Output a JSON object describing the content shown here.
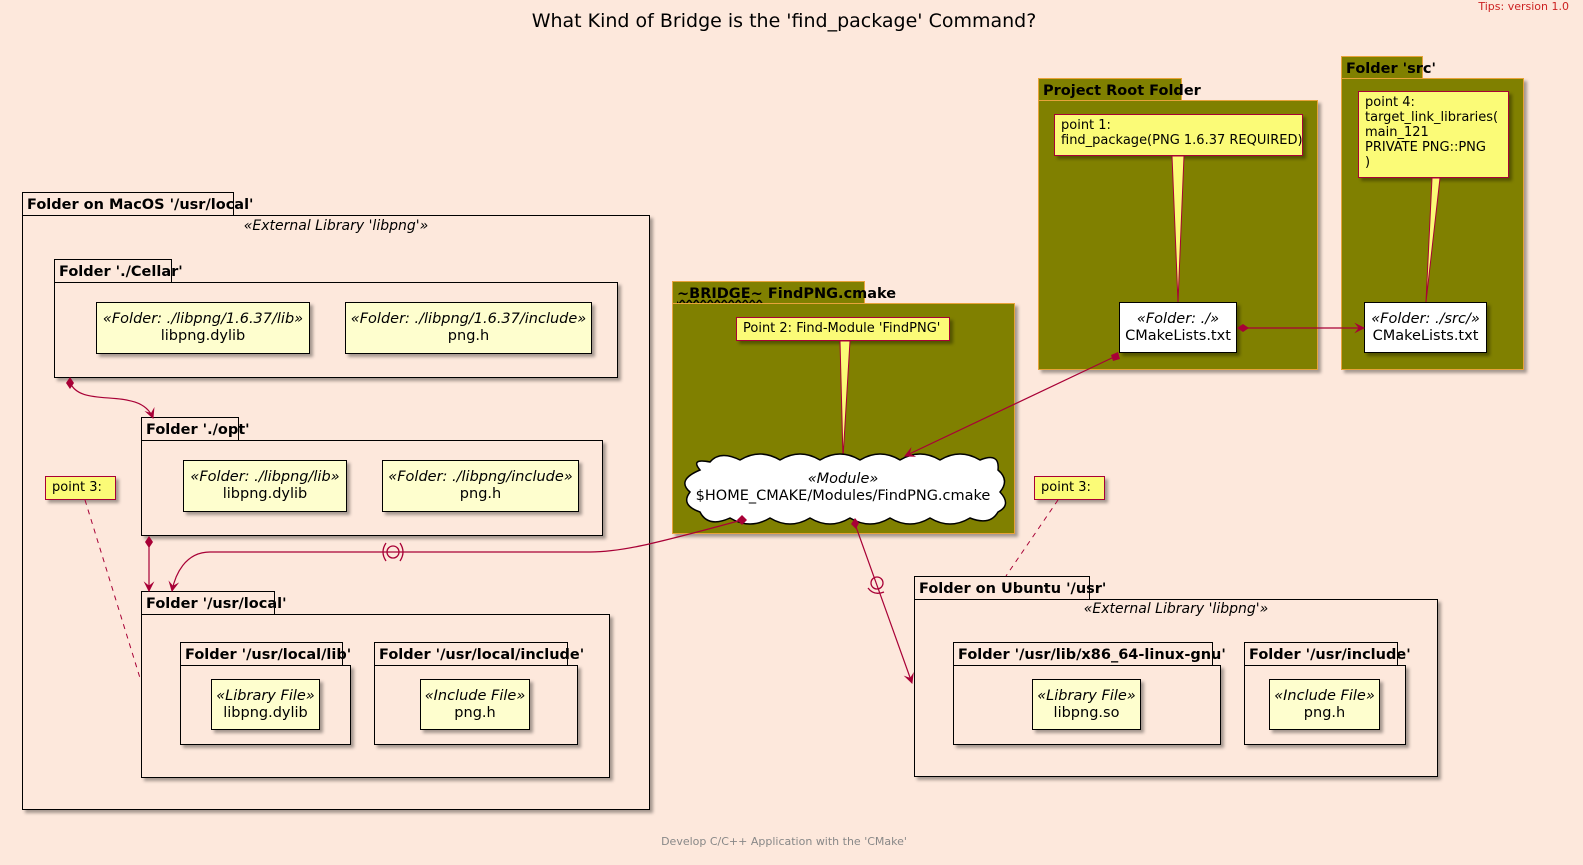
{
  "title": "What Kind of Bridge is the 'find_package' Command?",
  "tips": "Tips: version 1.0",
  "footer": "Develop C/C++ Application with the 'CMake'",
  "macos": {
    "tab": "Folder on MacOS '/usr/local'",
    "stereotype": "«External Library 'libpng'»",
    "cellar": {
      "tab": "Folder './Cellar'",
      "lib": {
        "stereo": "«Folder: ./libpng/1.6.37/lib»",
        "name": "libpng.dylib"
      },
      "include": {
        "stereo": "«Folder: ./libpng/1.6.37/include»",
        "name": "png.h"
      }
    },
    "opt": {
      "tab": "Folder './opt'",
      "lib": {
        "stereo": "«Folder: ./libpng/lib»",
        "name": "libpng.dylib"
      },
      "include": {
        "stereo": "«Folder: ./libpng/include»",
        "name": "png.h"
      }
    },
    "usrlocal": {
      "tab": "Folder '/usr/local'",
      "lib_tab": "Folder '/usr/local/lib'",
      "lib": {
        "stereo": "«Library File»",
        "name": "libpng.dylib"
      },
      "include_tab": "Folder '/usr/local/include'",
      "include": {
        "stereo": "«Include File»",
        "name": "png.h"
      }
    }
  },
  "note_point3_left": "point 3:",
  "note_point3_right": "point 3:",
  "bridge": {
    "tab_prefix": "~BRIDGE~",
    "tab_suffix": " FindPNG.cmake",
    "note": "Point 2: Find-Module 'FindPNG'",
    "module": {
      "stereo": "«Module»",
      "name": "$HOME_CMAKE/Modules/FindPNG.cmake"
    }
  },
  "root": {
    "tab": "Project Root Folder",
    "note": "point 1:\nfind_package(PNG 1.6.37 REQUIRED)",
    "comp": {
      "stereo": "«Folder: ./»",
      "name": "CMakeLists.txt"
    }
  },
  "src": {
    "tab": "Folder 'src'",
    "note": "point 4:\ntarget_link_libraries(\nmain_121\nPRIVATE PNG::PNG\n)",
    "comp": {
      "stereo": "«Folder: ./src/»",
      "name": "CMakeLists.txt"
    }
  },
  "ubuntu": {
    "tab": "Folder on Ubuntu '/usr'",
    "stereotype": "«External Library 'libpng'»",
    "lib_tab": "Folder '/usr/lib/x86_64-linux-gnu'",
    "lib": {
      "stereo": "«Library File»",
      "name": "libpng.so"
    },
    "include_tab": "Folder '/usr/include'",
    "include": {
      "stereo": "«Include File»",
      "name": "png.h"
    }
  },
  "colors": {
    "background": "#fde8dc",
    "olive": "#808000",
    "border_orange": "#e8a33a",
    "arrow": "#a80036",
    "component": "#fefece",
    "note": "#fbfb77"
  }
}
